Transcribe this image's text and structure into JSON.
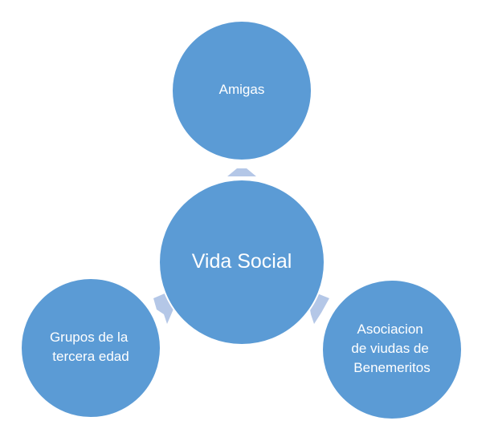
{
  "colors": {
    "node_fill": "#5b9bd5",
    "node_stroke": "#ffffff",
    "arrow_fill": "#b4c7e7",
    "label_text": "#ffffff",
    "background": "#ffffff"
  },
  "nodes": {
    "center": {
      "lines": [
        "Vida Social"
      ]
    },
    "top": {
      "lines": [
        "Amigas"
      ]
    },
    "bottom_left": {
      "lines": [
        "Grupos de la",
        "tercera edad"
      ]
    },
    "bottom_right": {
      "lines": [
        "Asociacion",
        "de viudas de",
        "Benemeritos"
      ]
    }
  }
}
